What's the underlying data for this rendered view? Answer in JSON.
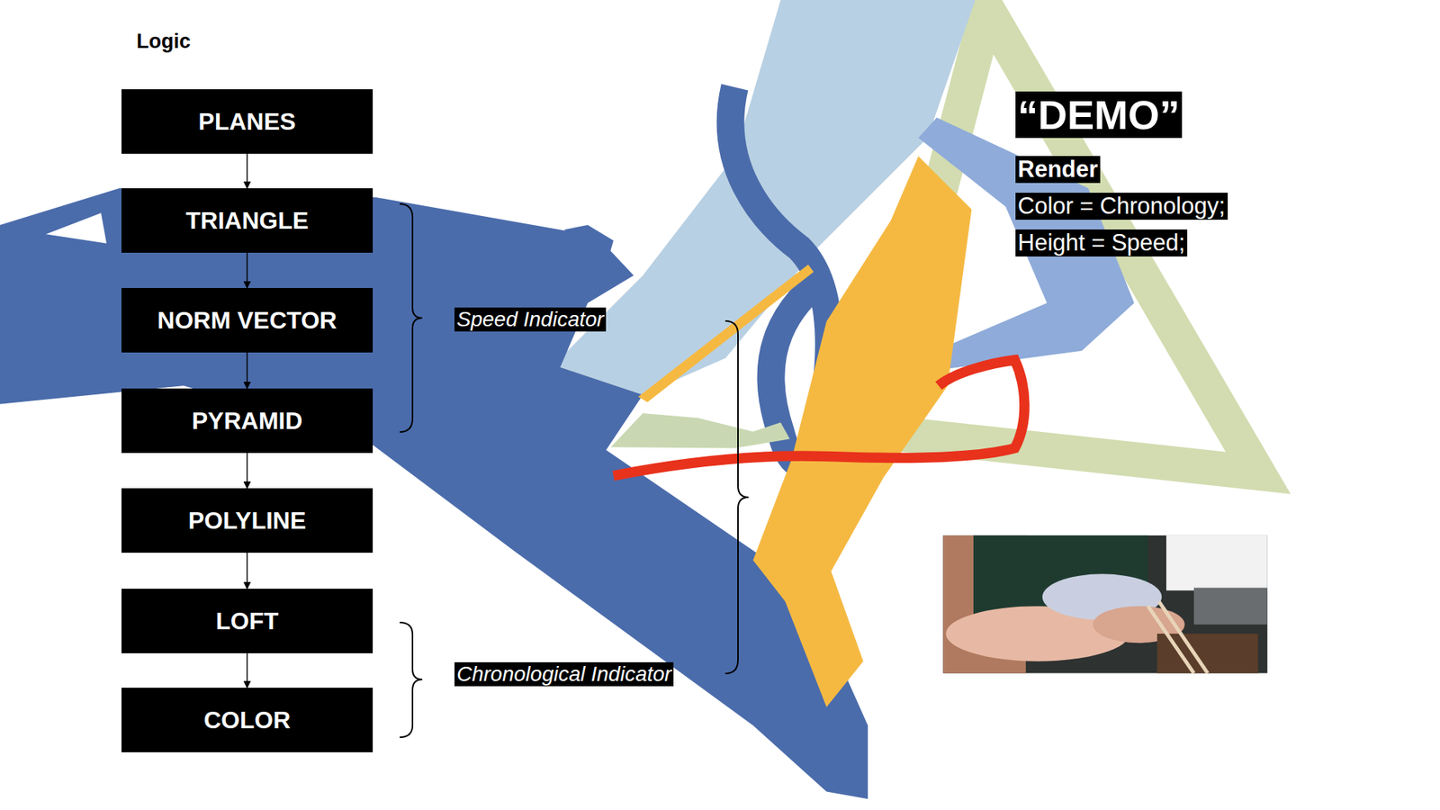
{
  "diagram": {
    "title": "Logic",
    "nodes": [
      {
        "text": [
          "PLANES"
        ]
      },
      {
        "text": [
          "TRIANGLE"
        ]
      },
      {
        "text": [
          "NORM VECTOR"
        ]
      },
      {
        "text": [
          "PYRAMID"
        ]
      },
      {
        "text": [
          "POLYLINE"
        ]
      },
      {
        "text": [
          "LOFT"
        ]
      },
      {
        "text": [
          "COLOR"
        ]
      }
    ],
    "edges": [
      {
        "from": 0,
        "to": 1,
        "arrow": "to"
      },
      {
        "from": 1,
        "to": 2,
        "arrow": "to"
      },
      {
        "from": 2,
        "to": 3,
        "arrow": "to"
      },
      {
        "from": 3,
        "to": 4,
        "arrow": "to"
      },
      {
        "from": 4,
        "to": 5,
        "arrow": "to"
      },
      {
        "from": 5,
        "to": 6,
        "arrow": "to"
      }
    ],
    "labels": [
      "Speed Indicator",
      "Chronological Indicator",
      "“DEMO”",
      "Render",
      "Color = Chronology;",
      "Height = Speed;"
    ]
  }
}
